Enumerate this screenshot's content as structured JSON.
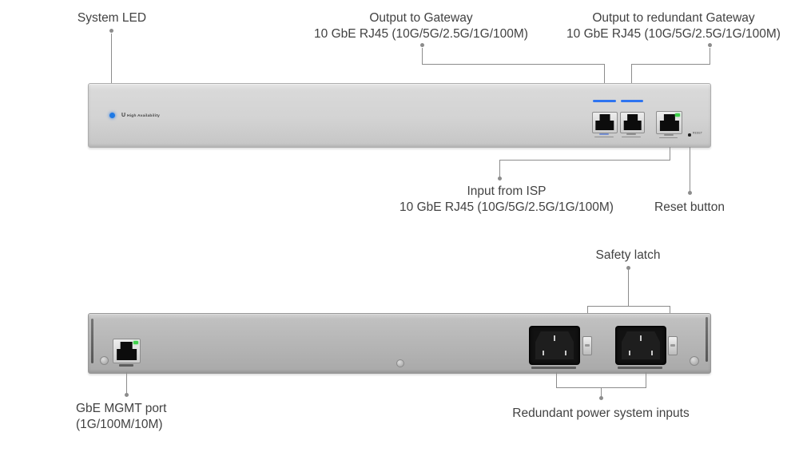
{
  "colors": {
    "label_text": "#424242",
    "callout_line": "#8c8c8c",
    "led_blue": "#1d79e5",
    "led_green": "#3fd14b",
    "port_accent_blue": "#2e74f0",
    "chassis_front_light": "#d9d9d9",
    "chassis_rear": "#b7b7b7"
  },
  "front_view": {
    "brand_label": "High Availability",
    "reset_micro_label": "RESET",
    "callouts": {
      "system_led": "System LED",
      "output_gateway_line1": "Output to Gateway",
      "output_gateway_line2": "10 GbE RJ45 (10G/5G/2.5G/1G/100M)",
      "output_redundant_line1": "Output to redundant Gateway",
      "output_redundant_line2": "10 GbE RJ45 (10G/5G/2.5G/1G/100M)",
      "input_isp_line1": "Input from ISP",
      "input_isp_line2": "10 GbE RJ45 (10G/5G/2.5G/1G/100M)",
      "reset_button": "Reset button"
    }
  },
  "rear_view": {
    "callouts": {
      "safety_latch": "Safety latch",
      "mgmt_port_line1": "GbE MGMT port",
      "mgmt_port_line2": "(1G/100M/10M)",
      "redundant_power": "Redundant power system inputs"
    }
  }
}
